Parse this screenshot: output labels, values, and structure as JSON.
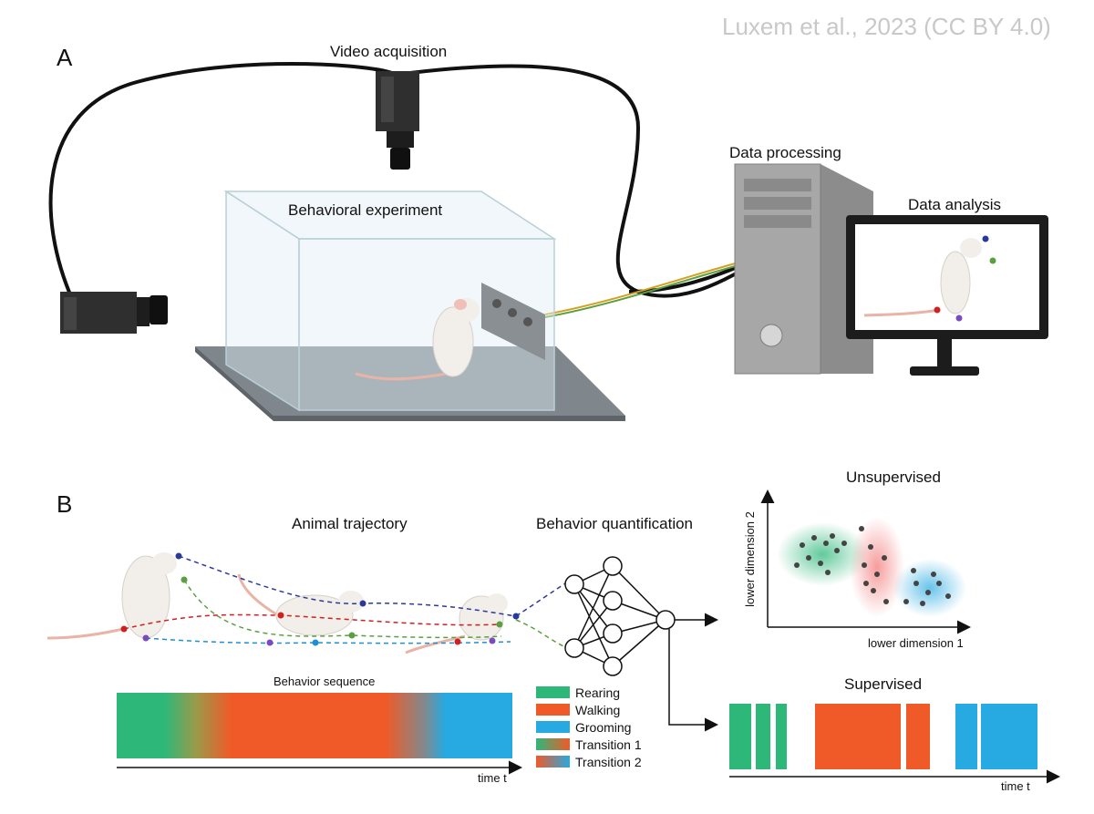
{
  "credit": "Luxem et al., 2023 (CC BY 4.0)",
  "panel_a": {
    "letter": "A",
    "video_acquisition": "Video acquisition",
    "behavioral_experiment": "Behavioral experiment",
    "data_processing": "Data processing",
    "data_analysis": "Data analysis"
  },
  "panel_b": {
    "letter": "B",
    "animal_trajectory": "Animal trajectory",
    "behavior_quantification": "Behavior quantification",
    "behavior_sequence": "Behavior sequence",
    "time_label_left": "time t",
    "time_label_right": "time t",
    "unsupervised": "Unsupervised",
    "supervised": "Supervised",
    "axis_x": "lower dimension 1",
    "axis_y": "lower dimension 2",
    "legend": [
      {
        "label": "Rearing",
        "color": "#2db87a"
      },
      {
        "label": "Walking",
        "color": "#f05a28"
      },
      {
        "label": "Grooming",
        "color": "#27a9e1"
      },
      {
        "label": "Transition 1",
        "color": "#6fb04a"
      },
      {
        "label": "Transition 2",
        "color": "#e8742a"
      }
    ]
  },
  "colors": {
    "rearing": "#2db87a",
    "walking": "#f05a28",
    "grooming": "#27a9e1",
    "cable": "#111111",
    "floor": "#7f868c",
    "computer": "#9a9a9a"
  }
}
